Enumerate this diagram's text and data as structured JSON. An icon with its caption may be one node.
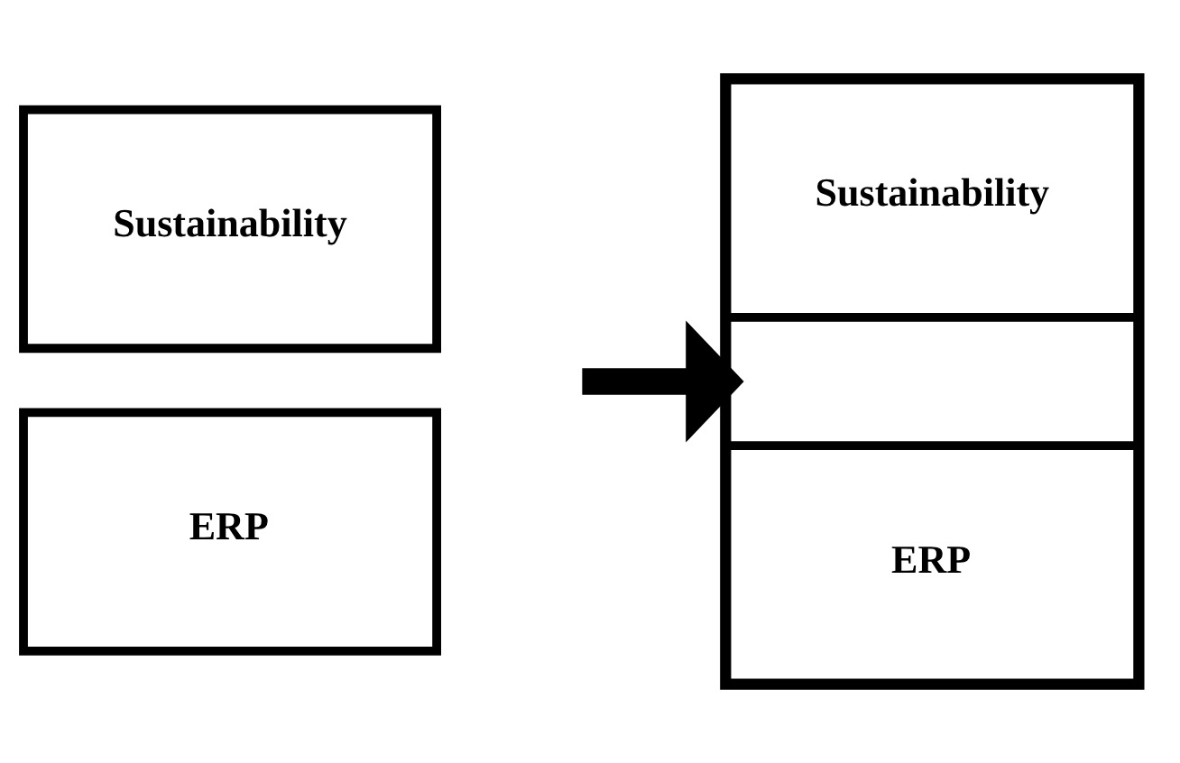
{
  "diagram": {
    "nodes": [
      {
        "text": [
          "Sustainability"
        ]
      },
      {
        "text": [
          "ERP"
        ]
      },
      {
        "text": [],
        "shape": "box"
      },
      {
        "text": [
          "Sustainability"
        ],
        "in": 2
      },
      {
        "text": [
          "ERP"
        ],
        "in": 2
      }
    ],
    "edges": [
      {
        "from": null,
        "to": 2,
        "arrow": "to"
      }
    ]
  }
}
